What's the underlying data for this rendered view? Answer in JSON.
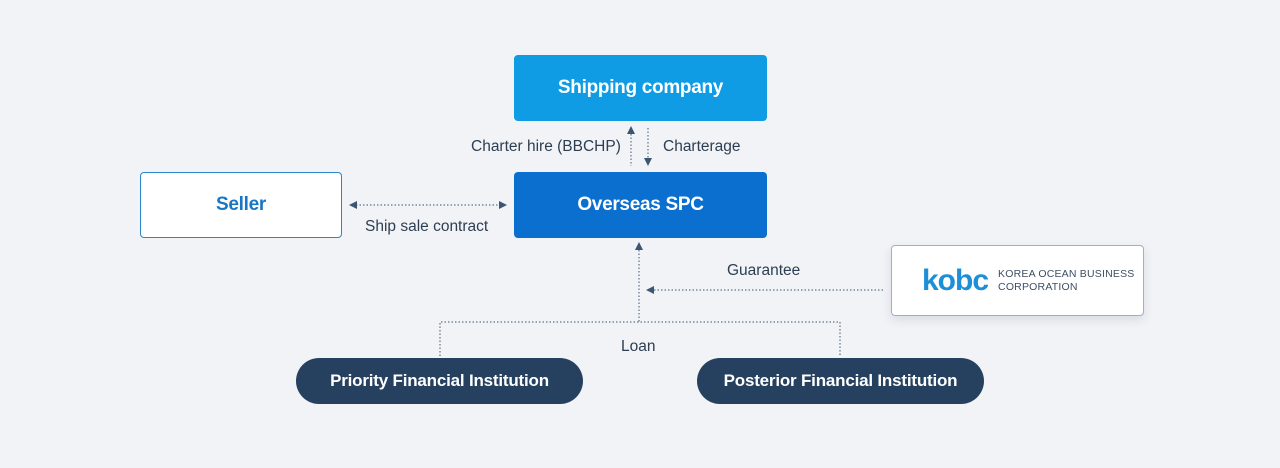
{
  "nodes": {
    "shipping_company": "Shipping company",
    "overseas_spc": "Overseas SPC",
    "seller": "Seller",
    "priority": "Priority Financial Institution",
    "posterior": "Posterior Financial Institution"
  },
  "edges": {
    "charter_hire": "Charter hire (BBCHP)",
    "charterage": "Charterage",
    "ship_sale": "Ship sale contract",
    "guarantee": "Guarantee",
    "loan": "Loan"
  },
  "kobc": {
    "logo_word": "kobc",
    "line1": "KOREA OCEAN BUSINESS",
    "line2": "CORPORATION"
  },
  "colors": {
    "shipping": "#0f9ce5",
    "spc": "#0a6fcf",
    "pill": "#26415f",
    "line": "#3b5572"
  }
}
